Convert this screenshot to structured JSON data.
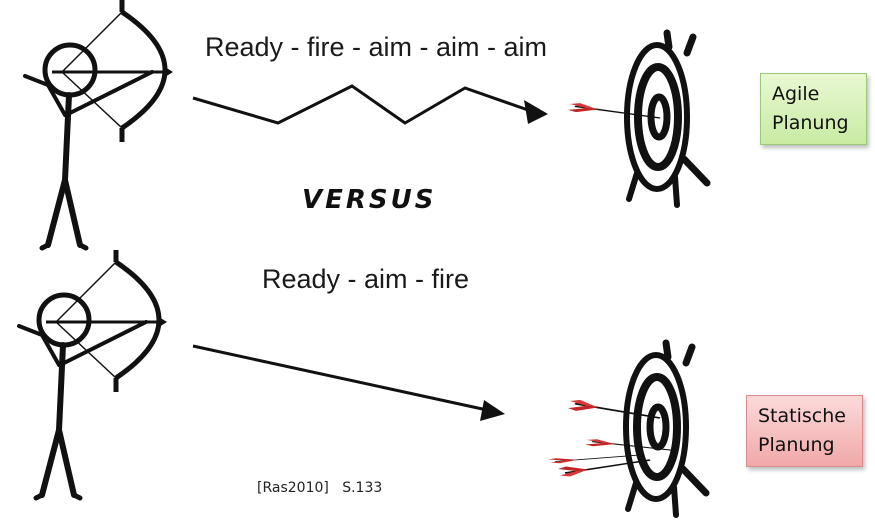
{
  "top_row": {
    "caption": "Ready - fire - aim - aim - aim"
  },
  "versus": "VERSUS",
  "bottom_row": {
    "caption": "Ready - aim - fire"
  },
  "boxes": {
    "agile": {
      "line1": "Agile",
      "line2": "Planung",
      "color": "#c8eba4"
    },
    "static": {
      "line1": "Statische",
      "line2": "Planung",
      "color": "#f1a8a8"
    }
  },
  "citation": {
    "source": "[Ras2010]",
    "page": "S.133"
  },
  "icons": [
    "stick-figure-archer",
    "bow",
    "zigzag-arrow",
    "straight-arrow",
    "target",
    "dart"
  ],
  "colors": {
    "dart_red": "#d93636",
    "ink": "#111111"
  }
}
